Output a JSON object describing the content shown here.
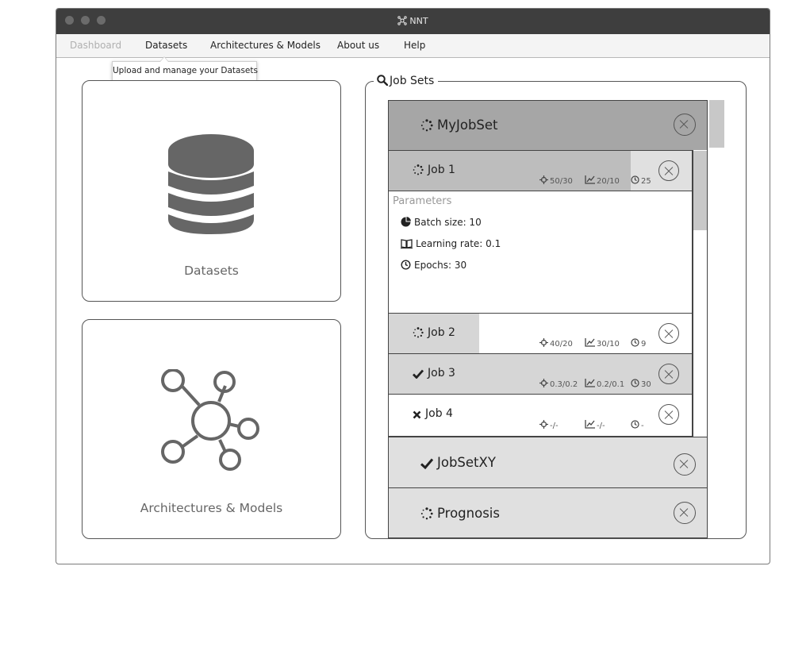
{
  "window": {
    "title": "NNT"
  },
  "menu": {
    "items": [
      "Dashboard",
      "Datasets",
      "Architectures & Models",
      "About us",
      "Help"
    ],
    "tooltip": "Upload and manage your Datasets"
  },
  "cards": {
    "datasets": {
      "label": "Datasets",
      "icon": "database-icon"
    },
    "architectures": {
      "label": "Architectures & Models",
      "icon": "network-icon"
    }
  },
  "jobsets": {
    "legend": "Job Sets",
    "list": [
      {
        "name": "MyJobSet",
        "status": "running",
        "jobs": [
          {
            "name": "Job 1",
            "status": "running",
            "progress": 0.79,
            "stats": {
              "epochs": "50/30",
              "performance": "20/10",
              "time": "25"
            },
            "parameters": {
              "title": "Parameters",
              "batch_size": "Batch size: 10",
              "learning_rate": "Learning rate: 0.1",
              "epochs": "Epochs: 30"
            }
          },
          {
            "name": "Job 2",
            "status": "running",
            "progress": 0.3,
            "stats": {
              "epochs": "40/20",
              "performance": "30/10",
              "time": "9"
            }
          },
          {
            "name": "Job 3",
            "status": "done",
            "progress": 1.0,
            "stats": {
              "epochs": "0.3/0.2",
              "performance": "0.2/0.1",
              "time": "30"
            }
          },
          {
            "name": "Job 4",
            "status": "failed",
            "progress": 0,
            "stats": {
              "epochs": "-/-",
              "performance": "-/-",
              "time": "-"
            }
          }
        ]
      },
      {
        "name": "JobSetXY",
        "status": "done"
      },
      {
        "name": "Prognosis",
        "status": "running"
      }
    ]
  },
  "colors": {
    "titlebar": "#3e3e3e",
    "jobset_active": "#a6a6a6",
    "jobset_idle": "#e0e0e0",
    "job_progress": "#bdbdbd",
    "job_bg": "#e0e0e0",
    "icon_gray": "#666666"
  }
}
